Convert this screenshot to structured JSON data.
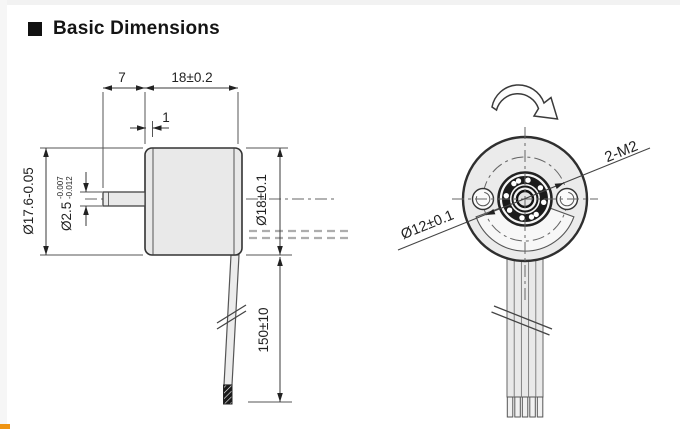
{
  "header": {
    "title": "Basic Dimensions"
  },
  "colors": {
    "line": "#2f2f2f",
    "part_fill": "#e9e9e9",
    "accent_orange": "#ef9413",
    "background": "#ffffff"
  },
  "side_view": {
    "dim_front_length": "7",
    "dim_body_length": "18±0.2",
    "dim_pilot_length": "1",
    "dim_body_diameter": "Ø17.6-0.05",
    "dim_shaft_diameter": "Ø2.5",
    "shaft_tolerance_upper": "-0.007",
    "shaft_tolerance_lower": "-0.012",
    "dim_rear_diameter": "Ø18±0.1",
    "dim_lead_wire_length": "150±10"
  },
  "front_view": {
    "dim_pitch_circle_diameter": "Ø12±0.1",
    "dim_mounting_holes": "2-M2"
  }
}
